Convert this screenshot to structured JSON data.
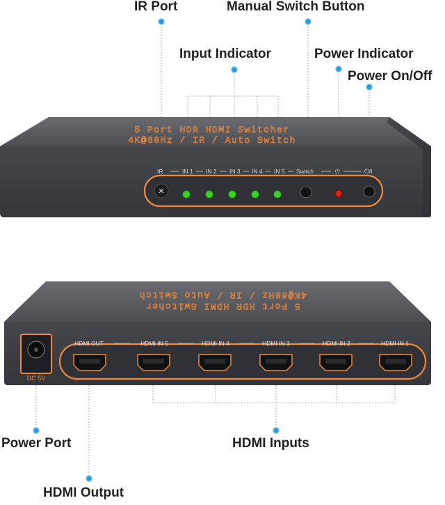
{
  "callouts": {
    "ir_port": "IR Port",
    "manual_switch_button": "Manual Switch Button",
    "input_indicator": "Input Indicator",
    "power_indicator": "Power Indicator",
    "power_on_off": "Power On/Off",
    "power_port": "Power Port",
    "hdmi_inputs": "HDMI Inputs",
    "hdmi_output": "HDMI Output"
  },
  "front_panel": {
    "title_line1": "5 Port HDR HDMI Switcher",
    "title_line2": "4K@60Hz / IR / Auto Switch",
    "labels": {
      "ir": "IR",
      "in1": "IN 1",
      "in2": "IN 2",
      "in3": "IN 3",
      "in4": "IN 4",
      "in5": "IN 5",
      "switch": "Switch",
      "power_symbol": "⏻",
      "power_toggle": "⏻/I"
    }
  },
  "rear_panel": {
    "title_line1": "5 Port HDR HDMI Switcher",
    "title_line2": "4K@60Hz / IR / Auto Switch",
    "dc_label": "DC 5V",
    "ports": {
      "out": "HDMI OUT",
      "in5": "HDMI IN 5",
      "in4": "HDMI IN 4",
      "in3": "HDMI IN 3",
      "in2": "HDMI IN 2",
      "in1": "HDMI IN 1"
    }
  },
  "colors": {
    "body": "#3d3f45",
    "body_top": "#5a5c61",
    "accent_orange": "#f08a3a",
    "led_green": "#3ecf2a",
    "led_red": "#e0201a",
    "callout_dot": "#2a9bd8"
  }
}
